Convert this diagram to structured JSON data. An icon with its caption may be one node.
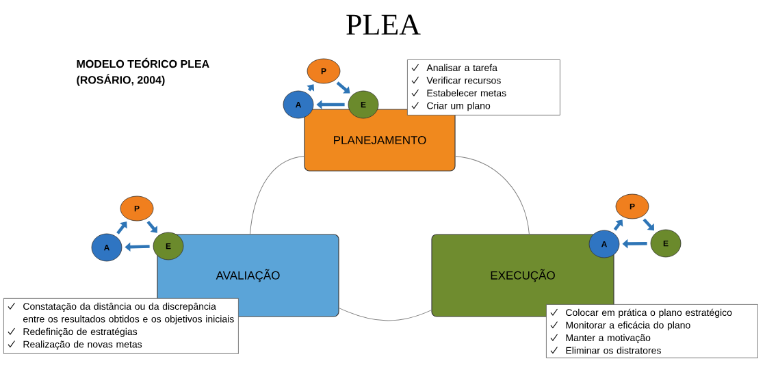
{
  "diagram": {
    "title": "PLEA",
    "nodes": [
      {
        "text": [
          "PLANEJAMENTO"
        ]
      },
      {
        "text": [
          "Analisar a tarefa",
          "Verificar recursos",
          "Estabelecer metas",
          "Criar um plano"
        ]
      },
      {
        "text": [
          "AVALIAÇÃO"
        ]
      },
      {
        "text": [
          "Constatação da distância ou da discrepância entre os resultados obtidos e os objetivos iniciais",
          "Redefinição de estratégias",
          "Realização de novas metas"
        ]
      },
      {
        "text": [
          "EXECUÇÃO"
        ]
      },
      {
        "text": [
          "Colocar em prática o plano estratégico",
          "Monitorar a eficácia do plano",
          "Manter a motivação",
          "Eliminar os distratores"
        ]
      },
      {
        "text": [
          "P"
        ]
      },
      {
        "text": [
          "E"
        ]
      },
      {
        "text": [
          "A"
        ]
      },
      {
        "text": [
          "P"
        ]
      },
      {
        "text": [
          "E"
        ]
      },
      {
        "text": [
          "A"
        ]
      },
      {
        "text": [
          "P"
        ]
      },
      {
        "text": [
          "E"
        ]
      },
      {
        "text": [
          "A"
        ]
      }
    ],
    "edges": [
      {
        "from": 0,
        "to": 2,
        "arrow": "none",
        "color": "#7f7f7f"
      },
      {
        "from": 0,
        "to": 4,
        "arrow": "none",
        "color": "#7f7f7f"
      },
      {
        "from": 2,
        "to": 4,
        "arrow": "none",
        "color": "#7f7f7f"
      },
      {
        "from": 6,
        "to": 7,
        "arrow": "to"
      },
      {
        "from": 7,
        "to": 8,
        "arrow": "to"
      },
      {
        "from": 8,
        "to": 6,
        "arrow": "to"
      },
      {
        "from": 9,
        "to": 10,
        "arrow": "to"
      },
      {
        "from": 10,
        "to": 11,
        "arrow": "to"
      },
      {
        "from": 11,
        "to": 9,
        "arrow": "to"
      },
      {
        "from": 12,
        "to": 13,
        "arrow": "to"
      },
      {
        "from": 13,
        "to": 14,
        "arrow": "to"
      },
      {
        "from": 14,
        "to": 12,
        "arrow": "to"
      }
    ],
    "labels": [
      "MODELO TEÓRICO PLEA",
      "(ROSÁRIO, 2004)"
    ]
  }
}
